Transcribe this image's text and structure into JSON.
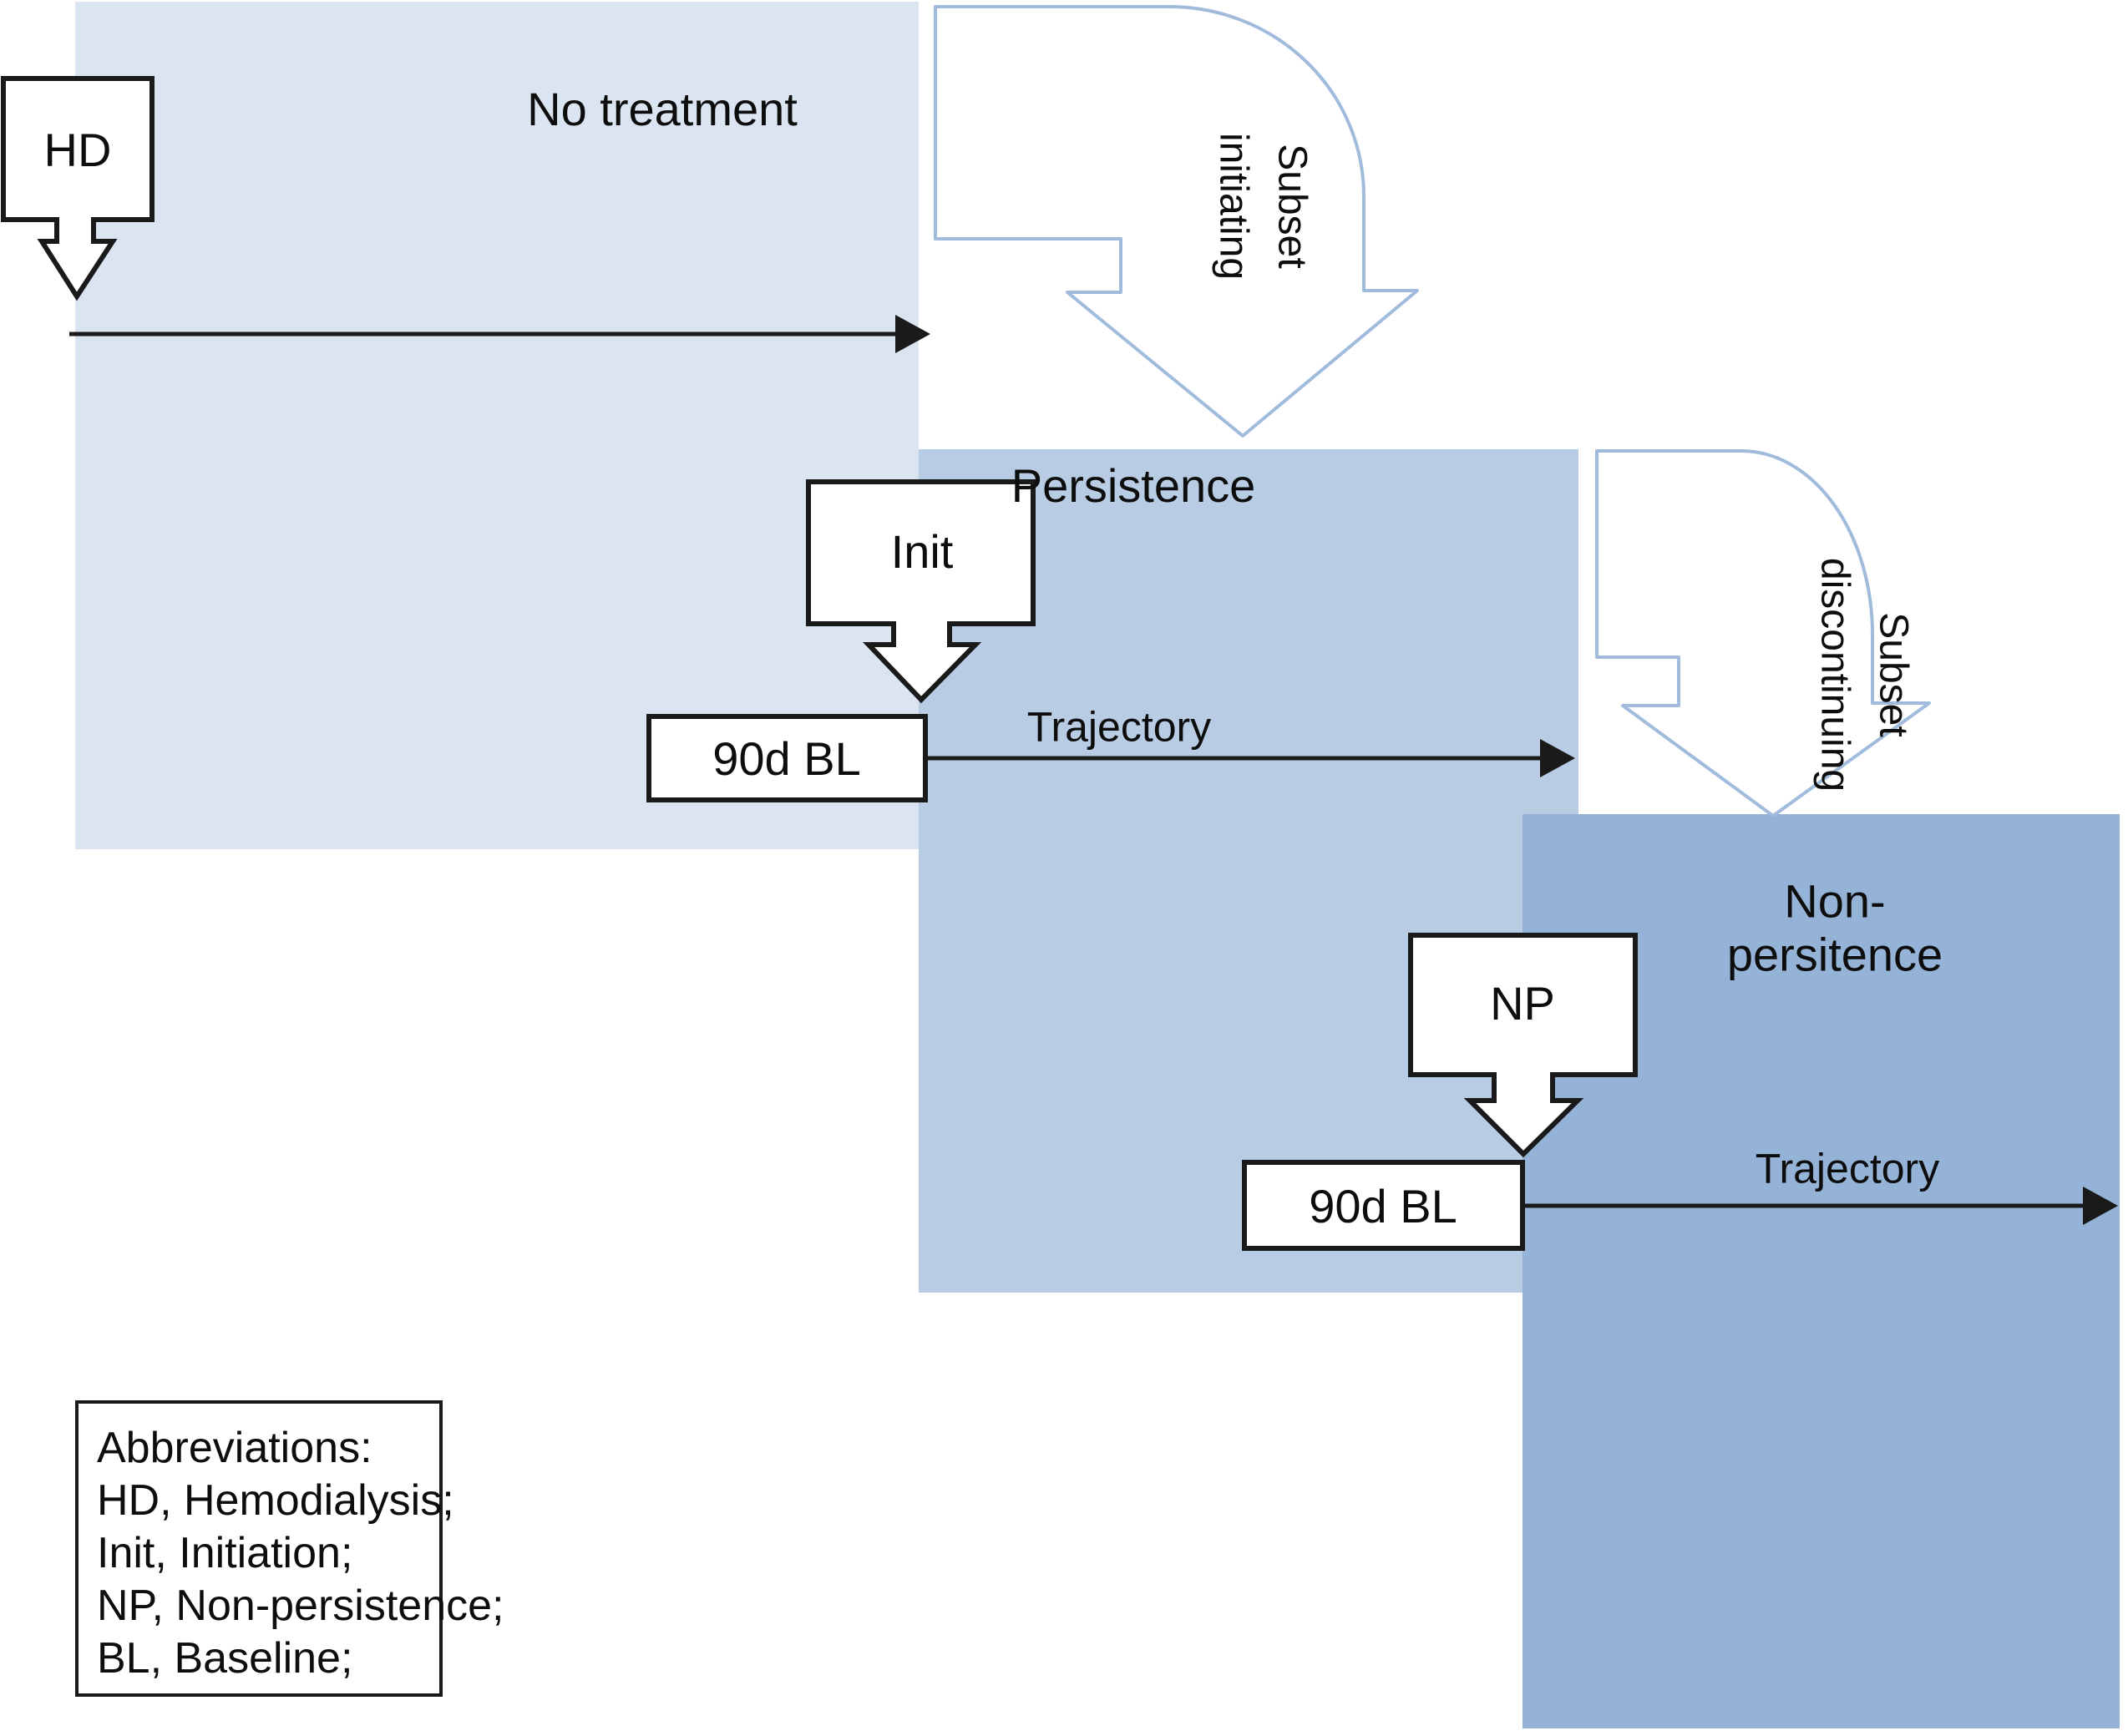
{
  "colors": {
    "region_light": "#DBE5F1",
    "region_medium": "#B8CCE4",
    "region_dark": "#95B3D7",
    "flow_arrow_outline": "#A0BBDB",
    "line_black": "#1A1A1A"
  },
  "regions": {
    "no_treatment": {
      "label": "No treatment"
    },
    "persistence": {
      "label": "Persistence"
    },
    "non_persistence": {
      "label": "Non-persitence"
    }
  },
  "callouts": {
    "hd": {
      "label": "HD"
    },
    "init": {
      "label": "Init"
    },
    "np": {
      "label": "NP"
    }
  },
  "baseline_boxes": {
    "persistence": {
      "label": "90d BL"
    },
    "non_persistence": {
      "label": "90d BL"
    }
  },
  "flow_arrows": {
    "subset_initiating": {
      "label": "Subset\ninitiating"
    },
    "subset_discontinuing": {
      "label": "Subset\ndiscontinuing"
    }
  },
  "trajectories": {
    "persistence": {
      "label": "Trajectory"
    },
    "non_persistence": {
      "label": "Trajectory"
    }
  },
  "legend": {
    "lines": [
      "Abbreviations:",
      "HD, Hemodialysis;",
      "Init, Initiation;",
      "NP, Non-persistence;",
      "BL, Baseline;"
    ]
  }
}
